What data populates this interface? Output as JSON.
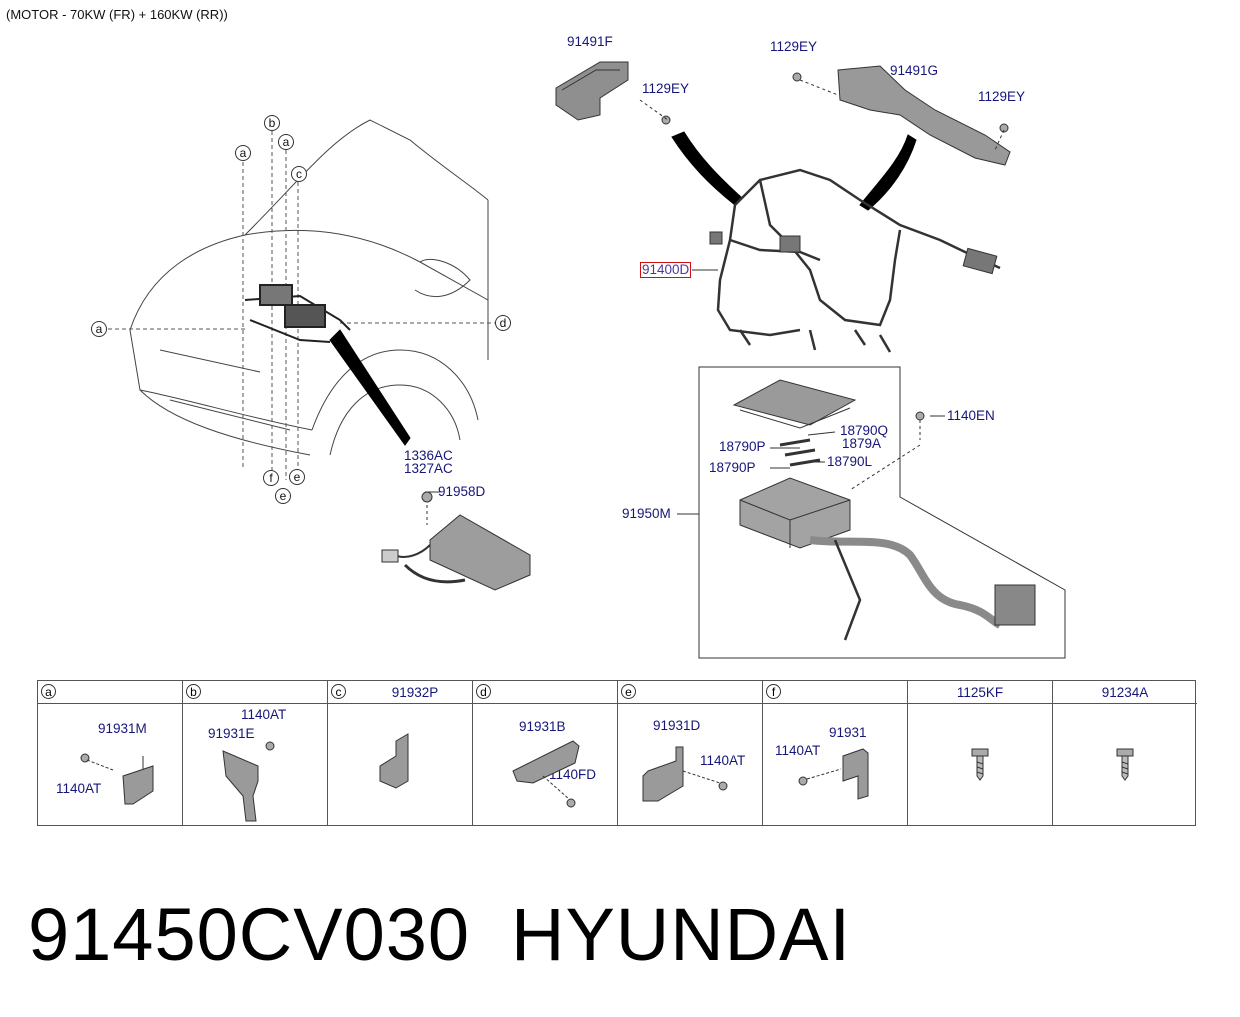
{
  "header": "(MOTOR - 70KW (FR) + 160KW (RR))",
  "labels": {
    "l91491F": "91491F",
    "l1129EY_a": "1129EY",
    "l1129EY_b": "1129EY",
    "l91491G": "91491G",
    "l1129EY_c": "1129EY",
    "l91400D": "91400D",
    "l1140EN": "1140EN",
    "l18790Q": "18790Q",
    "l1879A": "1879A",
    "l18790P_a": "18790P",
    "l18790P_b": "18790P",
    "l18790L": "18790L",
    "l91950M": "91950M",
    "l1336AC": "1336AC",
    "l1327AC": "1327AC",
    "l91958D": "91958D"
  },
  "callouts": {
    "a1": "a",
    "b": "b",
    "a2": "a",
    "c": "c",
    "a_left": "a",
    "d": "d",
    "f": "f",
    "e1": "e",
    "e2": "e"
  },
  "table": [
    {
      "head_circle": "a",
      "head_part": "",
      "parts": [
        "91931M",
        "1140AT"
      ]
    },
    {
      "head_circle": "b",
      "head_part": "",
      "parts": [
        "1140AT",
        "91931E"
      ]
    },
    {
      "head_circle": "c",
      "head_part": "91932P",
      "parts": []
    },
    {
      "head_circle": "d",
      "head_part": "",
      "parts": [
        "91931B",
        "1140FD"
      ]
    },
    {
      "head_circle": "e",
      "head_part": "",
      "parts": [
        "91931D",
        "1140AT"
      ]
    },
    {
      "head_circle": "f",
      "head_part": "",
      "parts": [
        "1140AT",
        "91931"
      ]
    },
    {
      "head_circle": "",
      "head_part": "1125KF",
      "parts": []
    },
    {
      "head_circle": "",
      "head_part": "91234A",
      "parts": []
    }
  ],
  "footer": {
    "part_number": "91450CV030",
    "brand": "HYUNDAI"
  },
  "colors": {
    "label": "#16167a",
    "highlight_border": "#d01010",
    "line": "#333333"
  }
}
